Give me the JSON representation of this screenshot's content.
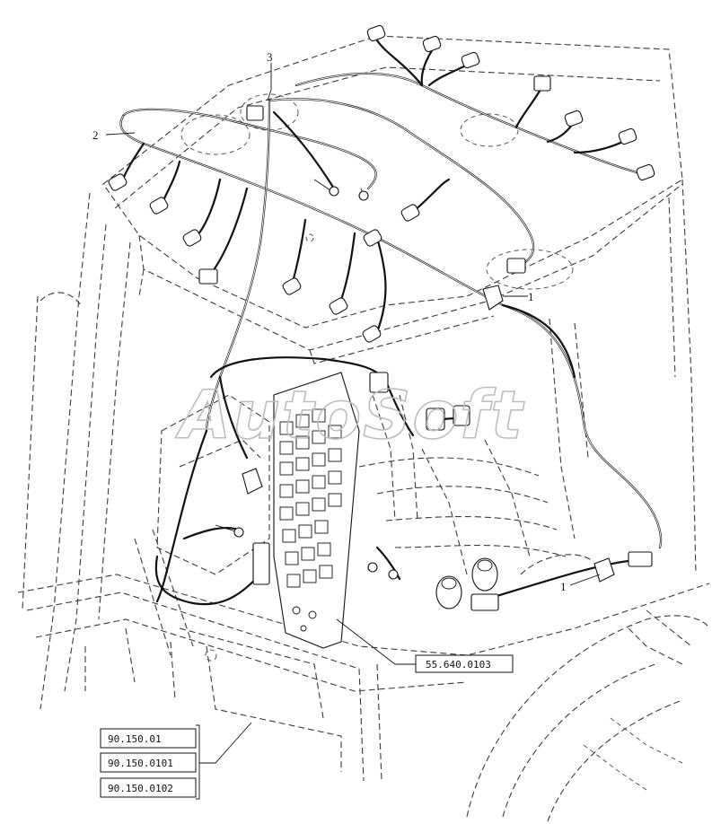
{
  "watermark": "AutoSoft",
  "callouts": {
    "item_1a": "1",
    "item_1b": "1",
    "item_2": "2",
    "item_3": "3"
  },
  "references": {
    "fuse_box_ref": "55.640.0103",
    "ref_a": "90.150.01",
    "ref_b": "90.150.0101",
    "ref_c": "90.150.0102"
  }
}
